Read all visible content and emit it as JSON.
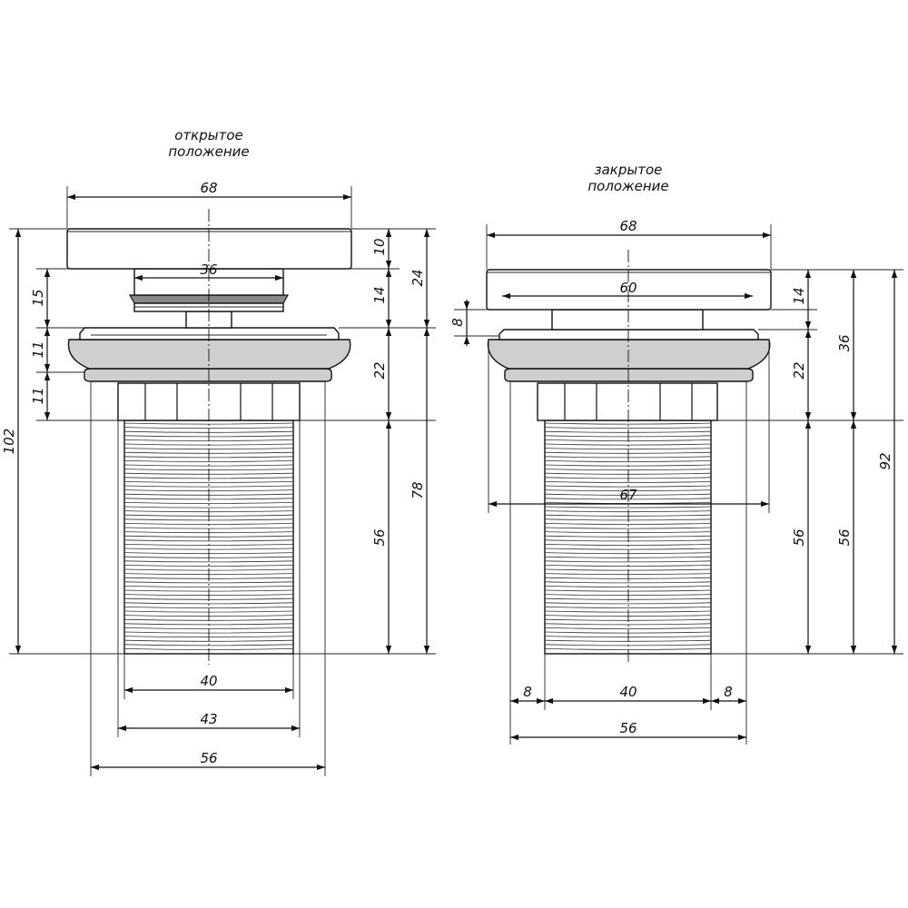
{
  "views": {
    "open": {
      "caption_line1": "открытое",
      "caption_line2": "положение",
      "dims": {
        "cap_width": "68",
        "cap_height": "10",
        "stem_width": "36",
        "stem_height": "14",
        "total_top": "24",
        "gap_15": "15",
        "flange_11a": "11",
        "flange_11b": "11",
        "collar_22": "22",
        "body_78": "78",
        "thread_56h": "56",
        "overall_102": "102",
        "thread_40": "40",
        "nut_43": "43",
        "flange_56": "56"
      }
    },
    "closed": {
      "caption_line1": "закрытое",
      "caption_line2": "положение",
      "dims": {
        "cap_width": "68",
        "inner_60": "60",
        "cap_height": "14",
        "gap_8": "8",
        "collar_22": "22",
        "upper_36": "36",
        "overall_92": "92",
        "thread_56a": "56",
        "thread_56b": "56",
        "span_67": "67",
        "side_left": "8",
        "thread_40": "40",
        "side_right": "8",
        "flange_56": "56"
      }
    }
  }
}
